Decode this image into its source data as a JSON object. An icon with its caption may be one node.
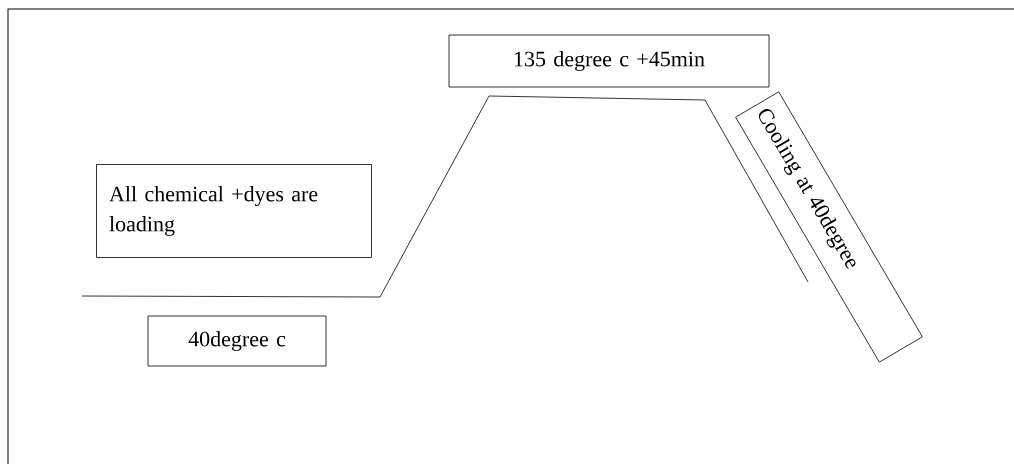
{
  "diagram": {
    "nodes": [
      {
        "text": [
          "135 degree c +45min"
        ]
      },
      {
        "text": [
          "All chemical +dyes are loading"
        ]
      },
      {
        "text": [
          "40degree c"
        ]
      },
      {
        "text": [
          "Cooling at 40degree"
        ]
      }
    ]
  }
}
